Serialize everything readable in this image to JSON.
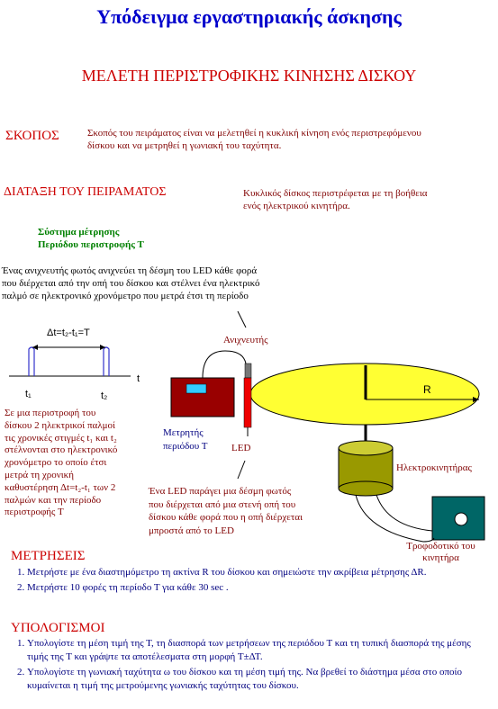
{
  "title": "Υπόδειγμα εργαστηριακής άσκησης",
  "subtitle": "ΜΕΛΕΤΗ ΠΕΡΙΣΤΡΟΦΙΚΗΣ ΚΙΝΗΣΗΣ ΔΙΣΚΟΥ",
  "skopos": {
    "heading": "ΣΚΟΠΟΣ",
    "line1": "Σκοπός του πειράματος είναι να μελετηθεί η κυκλική κίνηση ενός περιστρεφόμενου",
    "line2": "δίσκου και να μετρηθεί η γωνιακή του ταχύτητα."
  },
  "diataxi": {
    "heading": "ΔΙΑΤΑΞΗ ΤΟΥ ΠΕΙΡΑΜΑΤΟΣ",
    "disk_line1": "Κυκλικός δίσκος περιστρέφεται με τη βοήθεια",
    "disk_line2": "ενός ηλεκτρικού κινητήρα."
  },
  "system": {
    "line1": "Σύστημα μέτρησης",
    "line2": "Περιόδου περιστροφής Τ"
  },
  "detector_desc": {
    "line1": "Ένας ανιχνευτής φωτός ανιχνεύει τη δέσμη του LED κάθε φορά",
    "line2": "που διέρχεται από την οπή του δίσκου και στέλνει ένα ηλεκτρικό",
    "line3": "παλμό σε ηλεκτρονικό χρονόμετρο που μετρά έτσι τη περίοδο"
  },
  "graph": {
    "formula": "Δt=t₂-t₁=T",
    "t_axis": "t",
    "t1": "t₁",
    "t2": "t₂"
  },
  "left_desc": [
    "Σε μια περιστροφή του",
    "δίσκου 2 ηλεκτρικοί παλμοί",
    "τις χρονικές στιγμές t₁ και t₂",
    "στέλνονται στο ηλεκτρονικό",
    "χρονόμετρο το οποίο έτσι",
    "μετρά τη χρονική",
    "καθυστέρηση Δt=t₂-t₁ των 2",
    "παλμών και την περίοδο",
    "περιστροφής Τ"
  ],
  "labels": {
    "detector": "Ανιχνευτής",
    "meter_line1": "Μετρητής",
    "meter_line2": "περιόδου Τ",
    "led": "LED",
    "radius": "R",
    "motor": "Ηλεκτροκινητήρας",
    "supply_line1": "Τροφοδοτικό του",
    "supply_line2": "κινητήρα"
  },
  "led_desc": {
    "line1": "Ένα LED παράγει μια δέσμη φωτός",
    "line2": "που διέρχεται από μια στενή οπή του",
    "line3": "δίσκου κάθε φορά που η οπή διέρχεται",
    "line4": "μπροστά από το LED"
  },
  "metriseis": {
    "heading": "ΜΕΤΡΗΣΕΙΣ",
    "items": [
      "Μετρήστε με ένα διαστημόμετρο τη ακτίνα R του δίσκου και σημειώστε την ακρίβεια μέτρησης ΔR.",
      "Μετρήστε 10 φορές τη περίοδο Τ για κάθε 30 sec ."
    ]
  },
  "ypologismoi": {
    "heading": "ΥΠΟΛΟΓΙΣΜΟΙ",
    "items": [
      "Υπολογίστε τη μέση τιμή της Τ, τη διασπορά των μετρήσεων της περιόδου Τ και τη τυπική διασπορά της μέσης τιμής της Τ και γράψτε τα αποτέλεσματα στη μορφή Τ±ΔΤ.",
      "Υπολογίστε τη γωνιακή ταχύτητα ω του δίσκου και τη μέση τιμή της. Να βρεθεί το διάστημα μέσα στο οποίο κυμαίνεται η τιμή της μετρούμενης γωνιακής ταχύτητας του δίσκου."
    ]
  },
  "colors": {
    "title": "#0000cc",
    "heading_red": "#cc0000",
    "maroon": "#800000",
    "green": "#008000",
    "disk": "#ffff33",
    "meter": "#990000",
    "meter_screen": "#33ccff",
    "motor": "#999900",
    "supply": "#006666"
  }
}
